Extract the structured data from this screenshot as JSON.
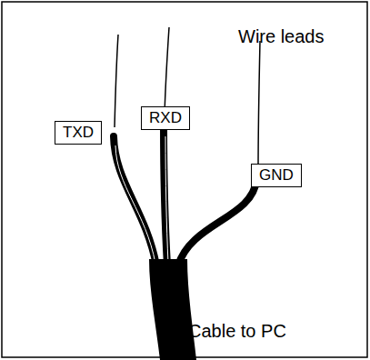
{
  "diagram": {
    "nodes": [
      {
        "text": [
          "TXD"
        ]
      },
      {
        "text": [
          "RXD"
        ]
      },
      {
        "text": [
          "GND"
        ]
      }
    ],
    "labels": [
      "Wire leads",
      "Cable to PC"
    ]
  }
}
